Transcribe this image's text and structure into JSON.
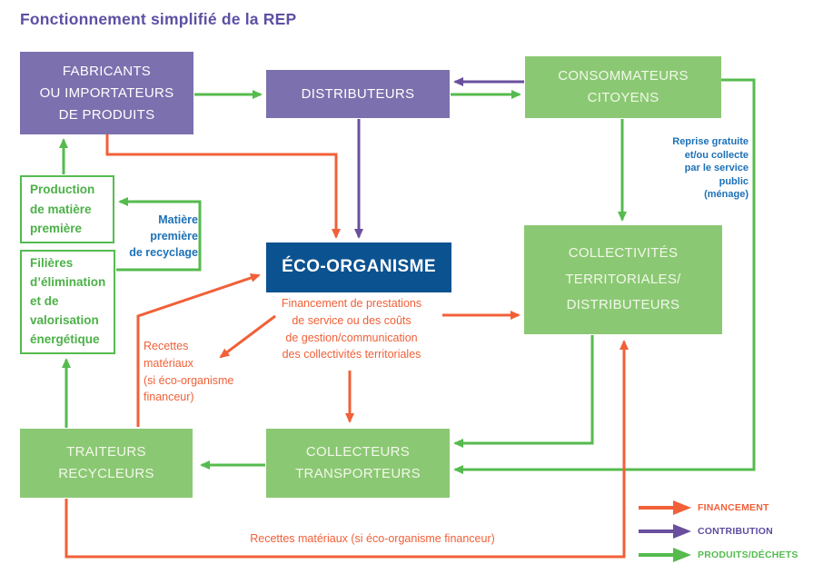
{
  "title": "Fonctionnement simplifié de la REP",
  "palette": {
    "purple_box": "#7C70AE",
    "purple_arrow": "#6A4F9E",
    "green_box": "#8BC873",
    "green_arrow": "#55BB4E",
    "dark_blue_box": "#0B5291",
    "orange_arrow": "#F16038",
    "blue_annotation": "#1D71B8",
    "title_purple": "#5C50A4"
  },
  "nodes": {
    "fabricants": {
      "label": "FABRICANTS\nOU IMPORTATEURS\nDE PRODUITS"
    },
    "distributeurs": {
      "label": "DISTRIBUTEURS"
    },
    "consommateurs": {
      "label": "CONSOMMATEURS\nCITOYENS"
    },
    "eco_organisme": {
      "label": "ÉCO-ORGANISME"
    },
    "collectivites": {
      "label": "COLLECTIVITÉS\nTERRITORIALES/\nDISTRIBUTEURS"
    },
    "traiteurs": {
      "label": "TRAITEURS\nRECYCLEURS"
    },
    "collecteurs": {
      "label": "COLLECTEURS\nTRANSPORTEURS"
    },
    "production": {
      "label": "Production\nde matière\npremière"
    },
    "filieres": {
      "label": "Filières\nd’élimination\net de\nvalorisation\nénergétique"
    }
  },
  "annotations": {
    "matiere_premiere": "Matière\npremière\nde recyclage",
    "reprise_gratuite": "Reprise gratuite\net/ou collecte\npar le service\npublic\n(ménage)",
    "financement_prestations": "Financement de prestations\nde service ou des coûts\nde gestion/communication\ndes collectivités territoriales",
    "recettes_materiaux": "Recettes\nmatériaux\n(si éco-organisme\nfinanceur)",
    "recettes_materiaux_bottom": "Recettes matériaux (si éco-organisme financeur)"
  },
  "legend": {
    "items": [
      {
        "label": "FINANCEMENT",
        "color": "#F16038"
      },
      {
        "label": "CONTRIBUTION",
        "color": "#6A4F9E"
      },
      {
        "label": "PRODUITS/DÉCHETS",
        "color": "#55BB4E"
      }
    ]
  }
}
